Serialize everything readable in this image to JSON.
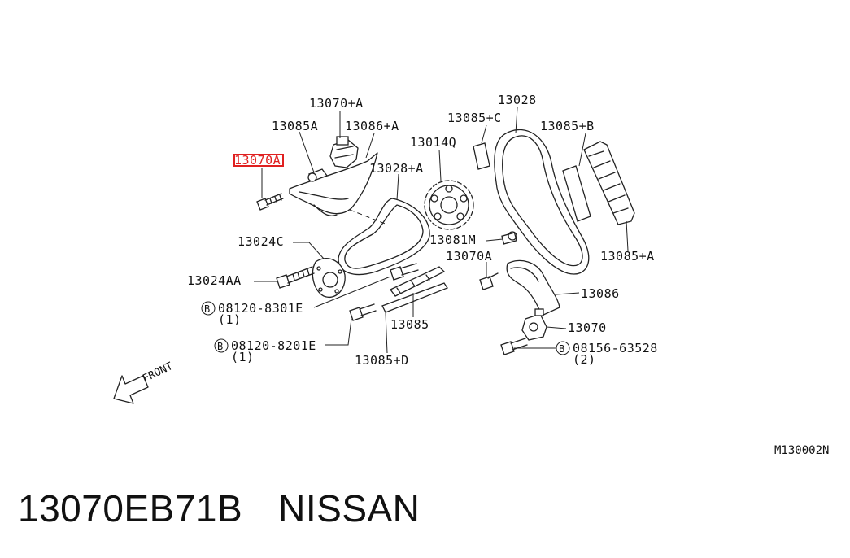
{
  "diagram": {
    "highlight_color": "#e02020",
    "labels": {
      "l_13070pa": "13070+A",
      "l_13085a": "13085A",
      "l_13086pa": "13086+A",
      "l_13070a_hl": "13070A",
      "l_13028pa": "13028+A",
      "l_13014q": "13014Q",
      "l_13085pc": "13085+C",
      "l_13028": "13028",
      "l_13085pb": "13085+B",
      "l_13024c": "13024C",
      "l_13081m": "13081M",
      "l_13070a": "13070A",
      "l_13085pa": "13085+A",
      "l_13024aa": "13024AA",
      "l_bolt1": "08120-8301E",
      "l_bolt1_qty": "(1)",
      "l_13086": "13086",
      "l_13070": "13070",
      "l_13085": "13085",
      "l_bolt2": "08120-8201E",
      "l_bolt2_qty": "(1)",
      "l_13085pd": "13085+D",
      "l_bolt3": "08156-63528",
      "l_bolt3_qty": "(2)",
      "l_front": "FRONT",
      "l_code": "M130002N",
      "b_symbol": "B"
    }
  },
  "caption": {
    "part_number": "13070EB71B",
    "brand": "NISSAN"
  }
}
